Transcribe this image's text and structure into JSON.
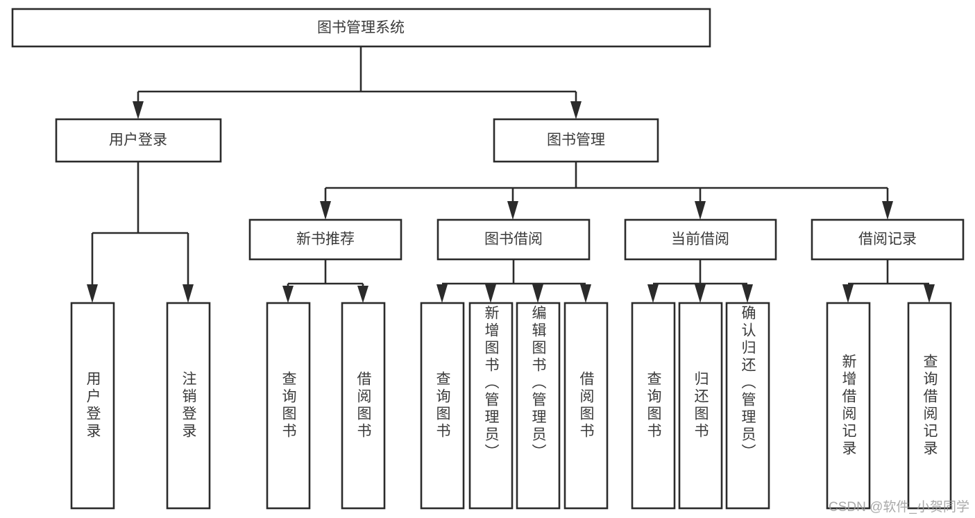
{
  "diagram": {
    "type": "hierarchy-tree",
    "title_node": {
      "label": "图书管理系统",
      "level": 0
    },
    "level1": [
      {
        "label": "用户登录"
      },
      {
        "label": "图书管理"
      }
    ],
    "level2": [
      {
        "label": "新书推荐"
      },
      {
        "label": "图书借阅"
      },
      {
        "label": "当前借阅"
      },
      {
        "label": "借阅记录"
      }
    ],
    "leaves": {
      "user_login": [
        "用户登录",
        "注销登录"
      ],
      "new_book_recommend": [
        "查询图书",
        "借阅图书"
      ],
      "book_borrow": [
        "查询图书",
        "新增图书（管理员）",
        "编辑图书（管理员）",
        "借阅图书"
      ],
      "current_borrow": [
        "查询图书",
        "归还图书",
        "确认归还（管理员）"
      ],
      "borrow_record": [
        "新增借阅记录",
        "查询借阅记录"
      ]
    },
    "edges": [
      {
        "from": "图书管理系统",
        "to": "用户登录"
      },
      {
        "from": "图书管理系统",
        "to": "图书管理"
      },
      {
        "from": "图书管理",
        "to": "新书推荐"
      },
      {
        "from": "图书管理",
        "to": "图书借阅"
      },
      {
        "from": "图书管理",
        "to": "当前借阅"
      },
      {
        "from": "图书管理",
        "to": "借阅记录"
      },
      {
        "from": "用户登录",
        "to": "用户登录(叶)"
      },
      {
        "from": "用户登录",
        "to": "注销登录"
      },
      {
        "from": "新书推荐",
        "to": "查询图书"
      },
      {
        "from": "新书推荐",
        "to": "借阅图书"
      },
      {
        "from": "图书借阅",
        "to": "查询图书"
      },
      {
        "from": "图书借阅",
        "to": "新增图书（管理员）"
      },
      {
        "from": "图书借阅",
        "to": "编辑图书（管理员）"
      },
      {
        "from": "图书借阅",
        "to": "借阅图书"
      },
      {
        "from": "当前借阅",
        "to": "查询图书"
      },
      {
        "from": "当前借阅",
        "to": "归还图书"
      },
      {
        "from": "当前借阅",
        "to": "确认归还（管理员）"
      },
      {
        "from": "借阅记录",
        "to": "新增借阅记录"
      },
      {
        "from": "借阅记录",
        "to": "查询借阅记录"
      }
    ]
  },
  "colors": {
    "stroke": "#2b2b2b",
    "box_fill": "#ffffff",
    "text": "#3a3a3a",
    "background": "#ffffff",
    "watermark": "#9b9b9b"
  },
  "watermark": {
    "text": "CSDN @软件_小贺同学"
  }
}
